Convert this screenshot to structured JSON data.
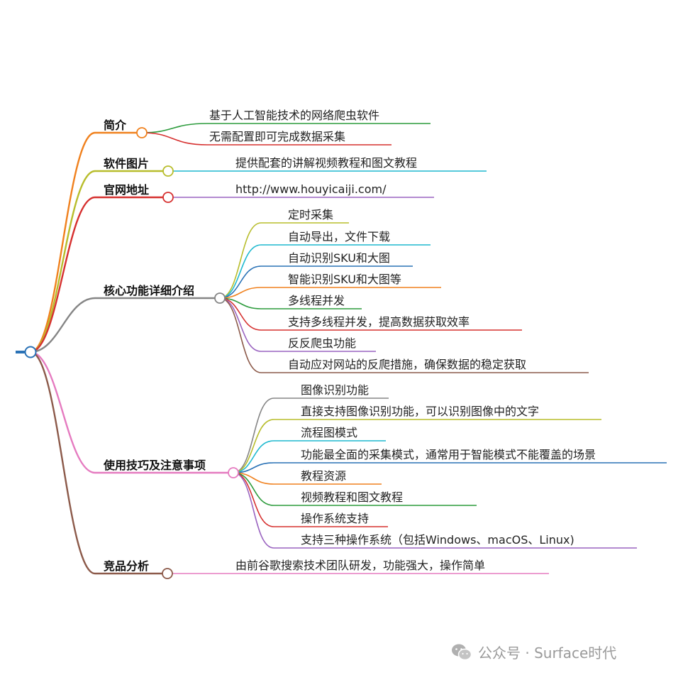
{
  "branches": [
    {
      "label": "简介",
      "color": "#f0811e",
      "leaves": [
        {
          "text": "基于人工智能技术的网络爬虫软件",
          "color": "#2c9b3c"
        },
        {
          "text": "无需配置即可完成数据采集",
          "color": "#d6302f"
        }
      ]
    },
    {
      "label": "软件图片",
      "color": "#b8bd2c",
      "leaves": [
        {
          "text": "提供配套的讲解视频教程和图文教程",
          "color": "#1fb9cf"
        }
      ]
    },
    {
      "label": "官网地址",
      "color": "#d6302f",
      "leaves": [
        {
          "text": "http://www.houyicaiji.com/",
          "color": "#9a64c0"
        }
      ]
    },
    {
      "label": "核心功能详细介绍",
      "color": "#858585",
      "leaves": [
        {
          "text": "定时采集",
          "color": "#b8bd2c"
        },
        {
          "text": "自动导出，文件下载",
          "color": "#1fb9cf"
        },
        {
          "text": "自动识别SKU和大图",
          "color": "#2a72b6"
        },
        {
          "text": "智能识别SKU和大图等",
          "color": "#f0811e"
        },
        {
          "text": "多线程并发",
          "color": "#2c9b3c"
        },
        {
          "text": "支持多线程并发，提高数据获取效率",
          "color": "#d6302f"
        },
        {
          "text": "反反爬虫功能",
          "color": "#9a64c0"
        },
        {
          "text": "自动应对网站的反爬措施，确保数据的稳定获取",
          "color": "#8c5a4a"
        }
      ]
    },
    {
      "label": "使用技巧及注意事项",
      "color": "#e57bc0",
      "leaves": [
        {
          "text": "图像识别功能",
          "color": "#858585"
        },
        {
          "text": "直接支持图像识别功能，可以识别图像中的文字",
          "color": "#b8bd2c"
        },
        {
          "text": "流程图模式",
          "color": "#1fb9cf"
        },
        {
          "text": "功能最全面的采集模式，通常用于智能模式不能覆盖的场景",
          "color": "#2a72b6"
        },
        {
          "text": "教程资源",
          "color": "#f0811e"
        },
        {
          "text": "视频教程和图文教程",
          "color": "#2c9b3c"
        },
        {
          "text": "操作系统支持",
          "color": "#d6302f"
        },
        {
          "text": "支持三种操作系统（包括Windows、macOS、Linux)",
          "color": "#9a64c0"
        }
      ]
    },
    {
      "label": "竞品分析",
      "color": "#8c5a4a",
      "leaves": [
        {
          "text": "由前谷歌搜索技术团队研发，功能强大，操作简单",
          "color": "#e57bc0"
        }
      ]
    }
  ],
  "root": {
    "color": "#2a72b6"
  },
  "watermark": {
    "text": "公众号 · Surface时代",
    "icon": "wechat-icon"
  }
}
